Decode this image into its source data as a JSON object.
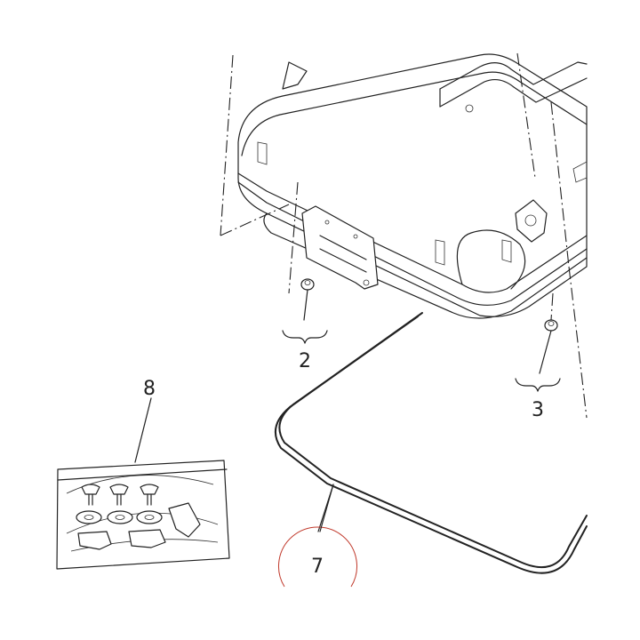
{
  "callouts": {
    "hardware_bag": "8",
    "bolt_left": "2",
    "bolt_right": "3",
    "seal_gasket": "7"
  },
  "highlight_color": "#c0392b"
}
